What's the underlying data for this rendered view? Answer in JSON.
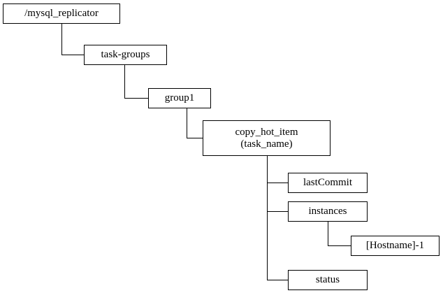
{
  "diagram": {
    "type": "znode-tree",
    "stroke_color": "#000000",
    "background_color": "#ffffff",
    "nodes": {
      "root": {
        "label": "/mysql_replicator"
      },
      "task_groups": {
        "label": "task-groups"
      },
      "group1": {
        "label": "group1"
      },
      "task_name": {
        "line1": "copy_hot_item",
        "line2": "(task_name)"
      },
      "last_commit": {
        "label": "lastCommit"
      },
      "instances": {
        "label": "instances"
      },
      "hostname": {
        "label": "[Hostname]-1"
      },
      "status": {
        "label": "status"
      }
    }
  }
}
